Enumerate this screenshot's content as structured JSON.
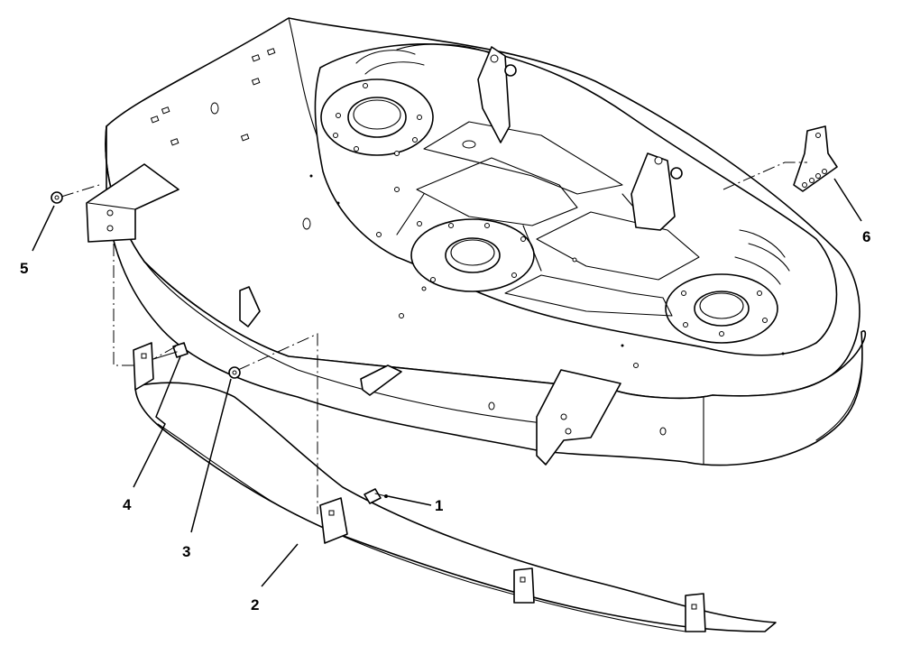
{
  "callouts": [
    {
      "id": "1",
      "label": "1",
      "part": "bolt"
    },
    {
      "id": "2",
      "label": "2",
      "part": "baffle"
    },
    {
      "id": "3",
      "label": "3",
      "part": "nut"
    },
    {
      "id": "4",
      "label": "4",
      "part": "bolt"
    },
    {
      "id": "5",
      "label": "5",
      "part": "nut"
    },
    {
      "id": "6",
      "label": "6",
      "part": "height-adjust-bracket"
    }
  ],
  "colors": {
    "line": "#000000",
    "background": "#ffffff"
  }
}
